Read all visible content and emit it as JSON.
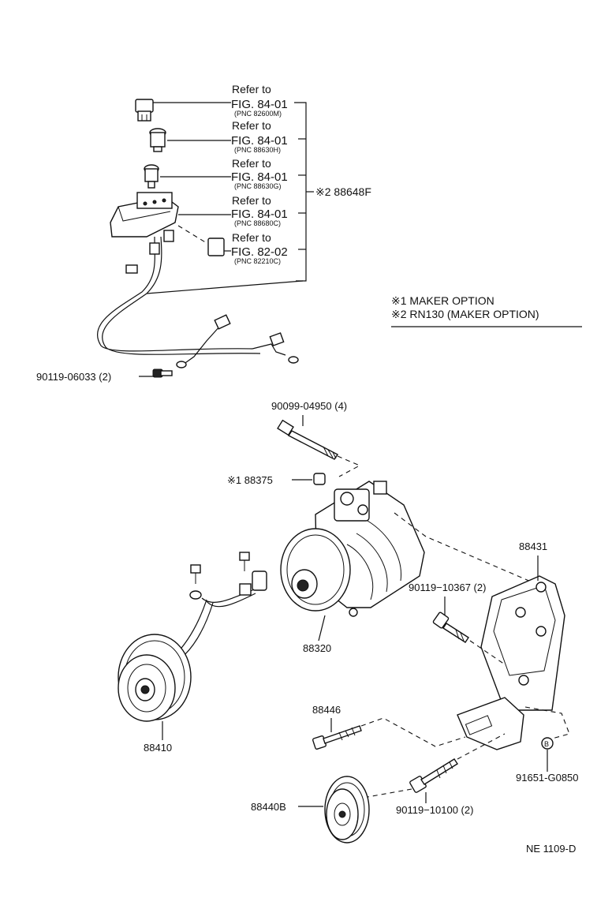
{
  "refs": [
    {
      "refer": "Refer to",
      "fig": "FIG. 84-01",
      "pnc": "(PNC 82600M)"
    },
    {
      "refer": "Refer to",
      "fig": "FIG. 84-01",
      "pnc": "(PNC 88630H)"
    },
    {
      "refer": "Refer to",
      "fig": "FIG. 84-01",
      "pnc": "(PNC 88630G)"
    },
    {
      "refer": "Refer to",
      "fig": "FIG. 84-01",
      "pnc": "(PNC 88680C)"
    },
    {
      "refer": "Refer to",
      "fig": "FIG. 82-02",
      "pnc": "(PNC 82210C)"
    }
  ],
  "group_label": "※2  88648F",
  "legend": {
    "line1": "※1 MAKER  OPTION",
    "line2": "※2 RN130 (MAKER  OPTION)"
  },
  "parts": {
    "p90119_06033": "90119-06033 (2)",
    "p90099_04950": "90099-04950 (4)",
    "p88375": "※1 88375",
    "p88431": "88431",
    "p90119_10367": "90119−10367 (2)",
    "p88320": "88320",
    "p88410": "88410",
    "p88446": "88446",
    "p91651_g0850": "91651-G0850",
    "p88440b": "88440B",
    "p90119_10100": "90119−10100 (2)",
    "b_marker": "B"
  },
  "figure_code": "NE 1109-D"
}
